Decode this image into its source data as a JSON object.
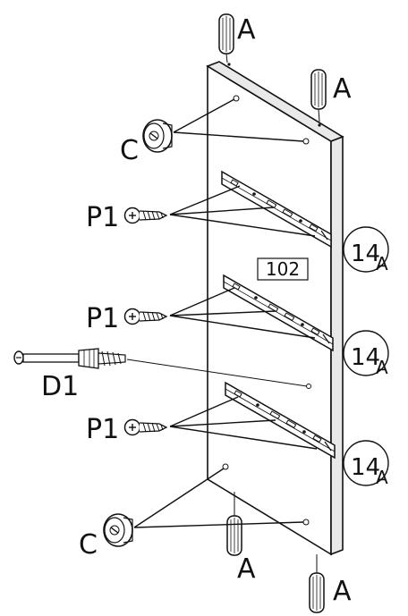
{
  "labels": {
    "dowel": "A",
    "cam": "C",
    "screw": "P1",
    "bolt": "D1",
    "panel": "102",
    "slide_num": "14",
    "slide_sub": "A"
  }
}
